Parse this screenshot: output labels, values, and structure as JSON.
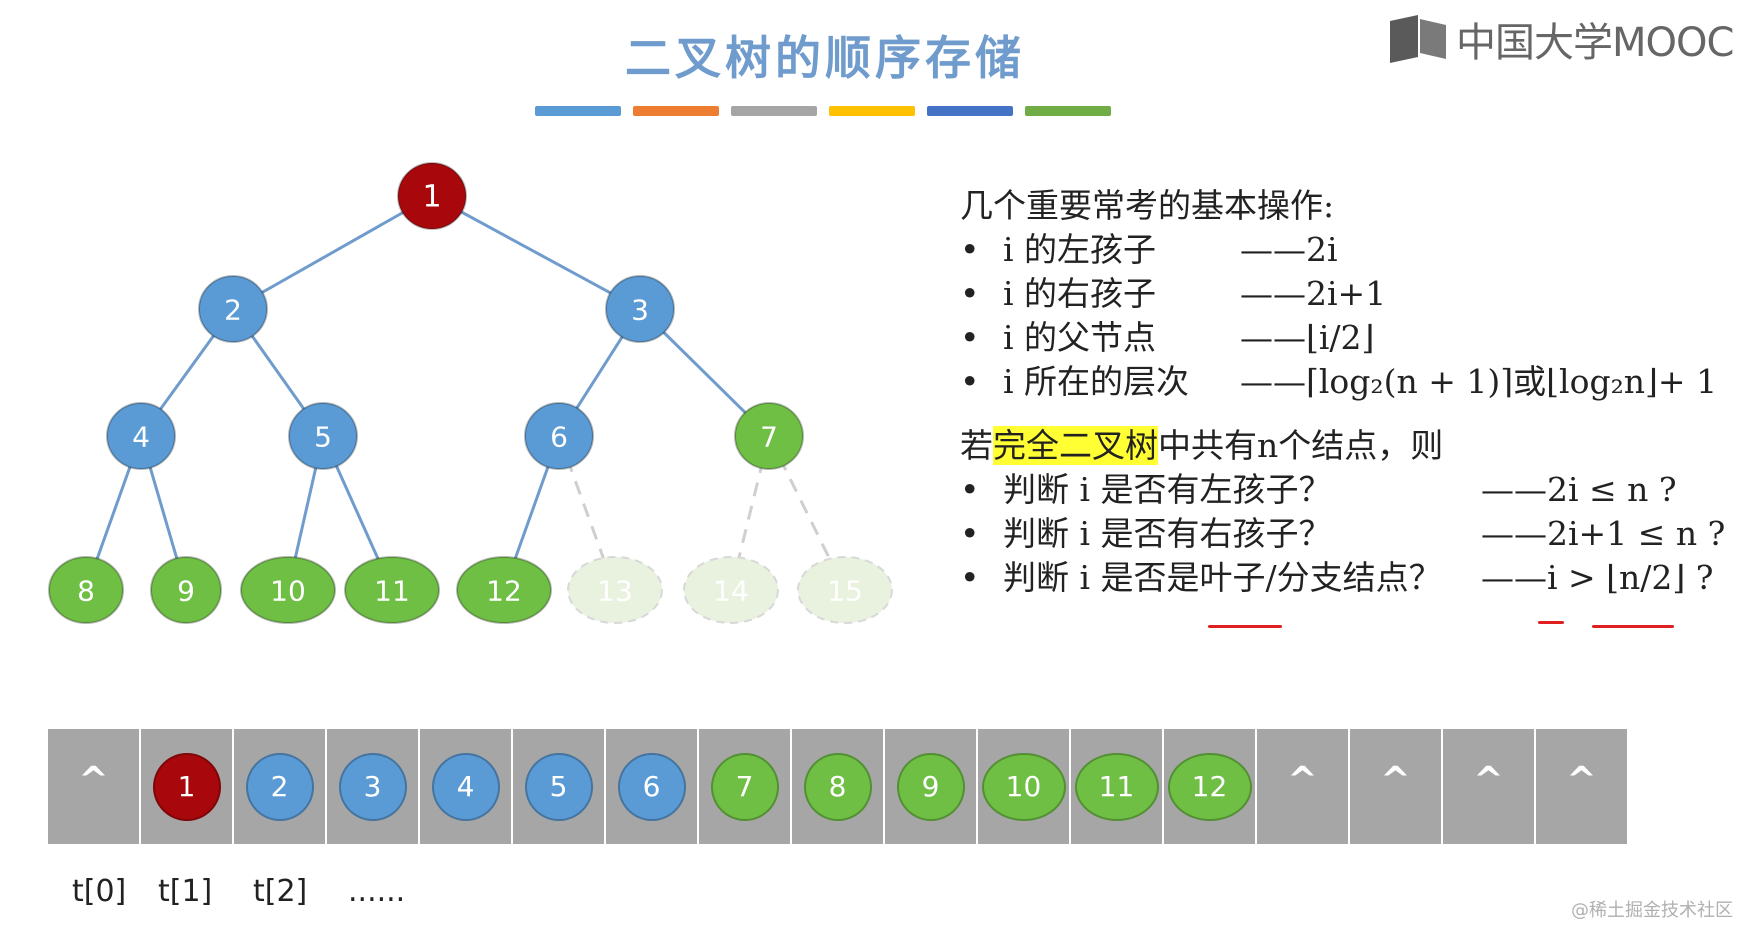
{
  "title": "二叉树的顺序存储",
  "logo": {
    "text": "中国大学MOOC",
    "icon": "mooc-logo-icon"
  },
  "color_strip": [
    "#5b9bd5",
    "#ed7d31",
    "#a5a5a5",
    "#ffc000",
    "#4472c4",
    "#70ad47"
  ],
  "colors": {
    "root": "#a8080b",
    "internal": "#5b9bd5",
    "leaf": "#6fbf45",
    "faded": "#e8f2df",
    "edge": "#6f9ccd"
  },
  "tree": {
    "nodes": [
      {
        "label": "1",
        "type": "root"
      },
      {
        "label": "2",
        "type": "internal"
      },
      {
        "label": "3",
        "type": "internal"
      },
      {
        "label": "4",
        "type": "internal"
      },
      {
        "label": "5",
        "type": "internal"
      },
      {
        "label": "6",
        "type": "internal"
      },
      {
        "label": "7",
        "type": "leaf"
      },
      {
        "label": "8",
        "type": "leaf"
      },
      {
        "label": "9",
        "type": "leaf"
      },
      {
        "label": "10",
        "type": "leaf"
      },
      {
        "label": "11",
        "type": "leaf"
      },
      {
        "label": "12",
        "type": "leaf"
      },
      {
        "label": "13",
        "type": "faded"
      },
      {
        "label": "14",
        "type": "faded"
      },
      {
        "label": "15",
        "type": "faded"
      }
    ]
  },
  "ops": {
    "heading": "几个重要常考的基本操作:",
    "bullet": "•",
    "items": [
      {
        "label": "i 的左孩子",
        "formula": "——2i"
      },
      {
        "label": "i 的右孩子",
        "formula": "——2i+1"
      },
      {
        "label": "i 的父节点",
        "formula": "——⌊i/2⌋"
      },
      {
        "label": "i 所在的层次",
        "formula": "——⌈log₂(n + 1)⌉或⌊log₂n⌋+ 1"
      }
    ]
  },
  "complete": {
    "prefix": "若",
    "highlight": "完全二叉树",
    "suffix": "中共有n个结点，则",
    "items": [
      {
        "label": "判断 i 是否有左孩子？",
        "formula": "——2i ≤ n ?"
      },
      {
        "label": "判断 i 是否有右孩子？",
        "formula": "——2i+1 ≤ n ?"
      },
      {
        "label": "判断 i 是否是叶子/分支结点？",
        "formula": "——i > ⌊n/2⌋ ?"
      }
    ]
  },
  "array": {
    "cells": [
      "^",
      "1",
      "2",
      "3",
      "4",
      "5",
      "6",
      "7",
      "8",
      "9",
      "10",
      "11",
      "12",
      "^",
      "^",
      "^",
      "^"
    ],
    "indices": [
      "t[0]",
      "t[1]",
      "t[2]",
      "......"
    ]
  },
  "watermark": "@稀土掘金技术社区"
}
